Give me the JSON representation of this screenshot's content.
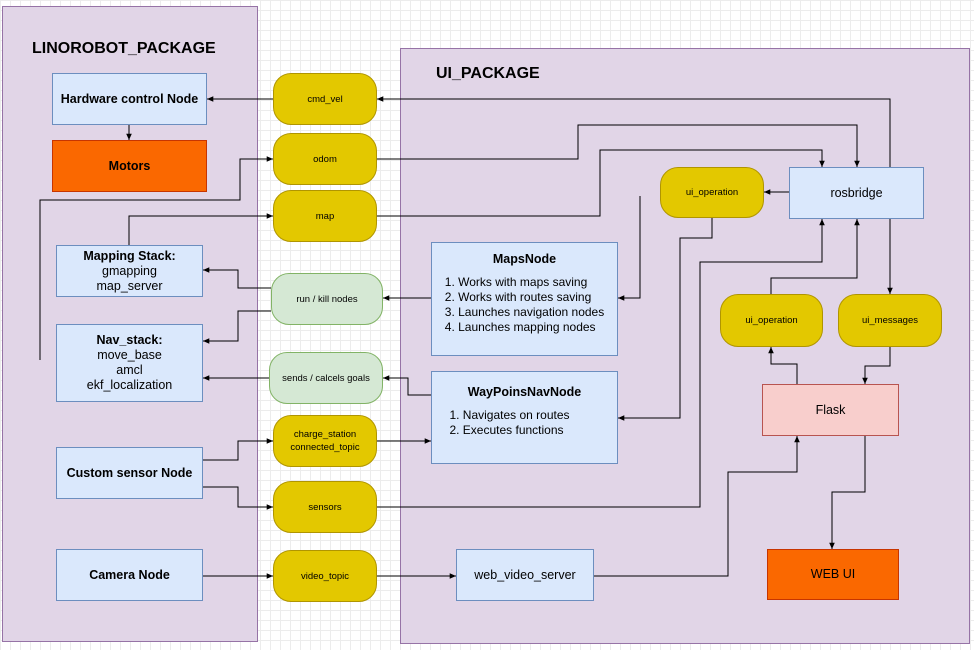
{
  "packages": {
    "linorobot": {
      "title": "LINOROBOT_PACKAGE"
    },
    "ui": {
      "title": "UI_PACKAGE"
    }
  },
  "nodes": {
    "hardware_control": {
      "title": "Hardware control Node"
    },
    "motors": {
      "title": "Motors"
    },
    "mapping_stack": {
      "title": "Mapping Stack:",
      "lines": [
        "gmapping",
        "map_server"
      ]
    },
    "nav_stack": {
      "title": "Nav_stack:",
      "lines": [
        "move_base",
        "amcl",
        "ekf_localization"
      ]
    },
    "custom_sensor": {
      "title": "Custom sensor Node"
    },
    "camera": {
      "title": "Camera Node"
    },
    "maps_node": {
      "title": "MapsNode",
      "items": [
        "1. Works with maps saving",
        "2. Works with routes saving",
        "3. Launches navigation nodes",
        "4. Launches mapping nodes"
      ]
    },
    "waypoints_nav": {
      "title": "WayPoinsNavNode",
      "items": [
        "1. Navigates on routes",
        "2. Executes functions"
      ]
    },
    "rosbridge": {
      "title": "rosbridge"
    },
    "flask": {
      "title": "Flask"
    },
    "web_ui": {
      "title": "WEB UI"
    },
    "web_video_server": {
      "title": "web_video_server"
    }
  },
  "topics": {
    "cmd_vel": "cmd_vel",
    "odom": "odom",
    "map": "map",
    "run_kill": "run / kill nodes",
    "sends_goals": "sends / calcels  goals",
    "charge_station_1": "charge_station",
    "charge_station_2": "connected_topic",
    "sensors": "sensors",
    "video_topic": "video_topic",
    "ui_operation_top": "ui_operation",
    "ui_operation_flask": "ui_operation",
    "ui_messages": "ui_messages"
  },
  "colors": {
    "package_fill": "#e1d5e7",
    "node_fill": "#dae8fc",
    "topic_fill": "#e3c800",
    "service_fill": "#d5e8d4",
    "actuator_fill": "#fa6800",
    "flask_fill": "#f8cecc"
  }
}
